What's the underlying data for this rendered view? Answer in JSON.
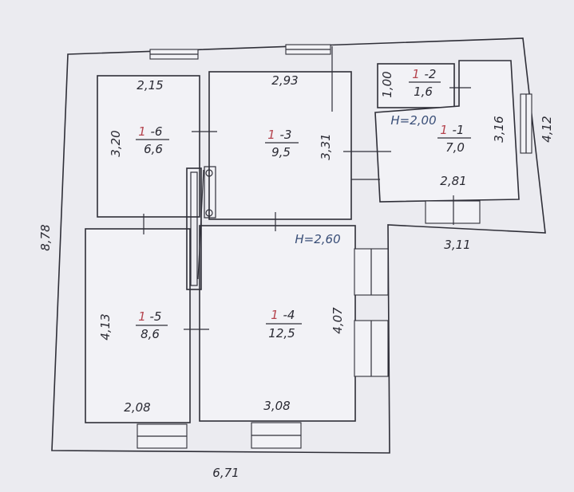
{
  "overall": {
    "height": "8,78",
    "width": "6,71"
  },
  "rooms": [
    {
      "id": "1",
      "num": "-6",
      "area": "6,6",
      "dim_top": "2,15",
      "dim_side": "3,20"
    },
    {
      "id": "1",
      "num": "-3",
      "area": "9,5",
      "dim_top": "2,93",
      "dim_side": "3,31"
    },
    {
      "id": "1",
      "num": "-2",
      "area": "1,6",
      "dim_side": "1,00"
    },
    {
      "id": "1",
      "num": "-1",
      "area": "7,0",
      "dim_bottom": "2,81",
      "dim_side": "3,16",
      "dim_outer_bottom": "3,11",
      "dim_outer_side": "4,12"
    },
    {
      "id": "1",
      "num": "-5",
      "area": "8,6",
      "dim_bottom": "2,08",
      "dim_side": "4,13"
    },
    {
      "id": "1",
      "num": "-4",
      "area": "12,5",
      "dim_bottom": "3,08",
      "dim_side": "4,07"
    }
  ],
  "heights": {
    "main": "H=2,60",
    "annex": "H=2,00"
  }
}
